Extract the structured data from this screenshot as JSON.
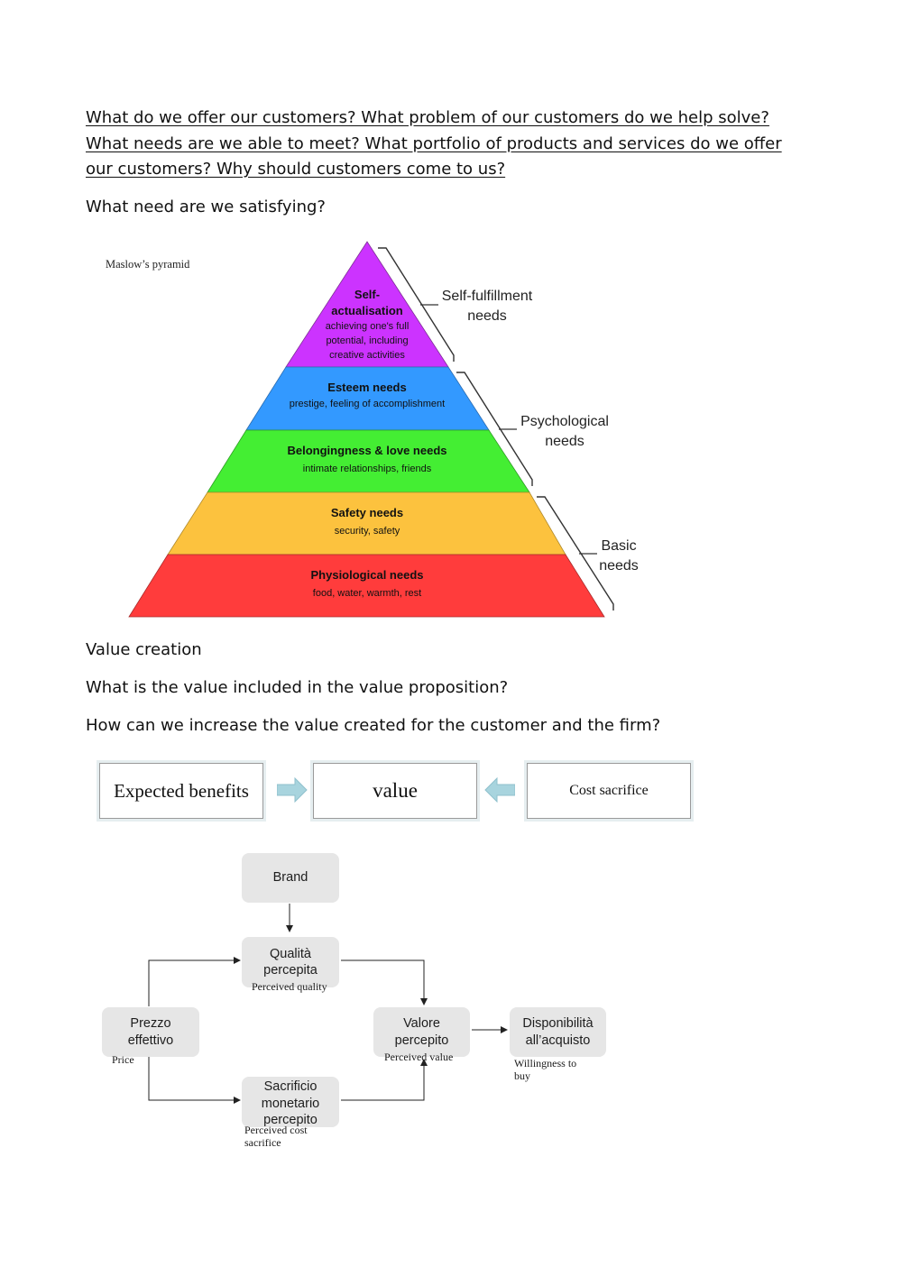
{
  "intro": {
    "questions": "What do we offer our customers? What problem of our customers do we help solve? What needs are we able to meet? What portfolio of products and services do we offer our customers? Why should customers come to us?",
    "need_question": "What need are we satisfying?"
  },
  "maslow": {
    "caption": "Maslow’s pyramid",
    "levels": [
      {
        "title_line1": "Self-",
        "title_line2": "actualisation",
        "desc_line1": "achieving one's full",
        "desc_line2": "potential, including",
        "desc_line3": "creative activities",
        "color": "#cc33ff"
      },
      {
        "title": "Esteem needs",
        "desc": "prestige, feeling of accomplishment",
        "color": "#3399ff"
      },
      {
        "title": "Belongingness & love needs",
        "desc": "intimate relationships, friends",
        "color": "#44ee33"
      },
      {
        "title": "Safety needs",
        "desc": "security, safety",
        "color": "#fcc23e"
      },
      {
        "title": "Physiological needs",
        "desc": "food, water, warmth, rest",
        "color": "#ff3c3c"
      }
    ],
    "groups": [
      {
        "line1": "Self-fulfillment",
        "line2": "needs"
      },
      {
        "line1": "Psychological",
        "line2": "needs"
      },
      {
        "line1": "Basic",
        "line2": "needs"
      }
    ]
  },
  "value": {
    "heading": "Value creation",
    "question1": "What is the value included in the value proposition?",
    "question2": "How can we increase the value created for the customer and the firm?",
    "equation": {
      "left": "Expected benefits",
      "center": "value",
      "right": "Cost sacrifice",
      "arrow_color": "#9fd0dc"
    }
  },
  "flow": {
    "brand": "Brand",
    "quality_line1": "Qualità",
    "quality_line2": "percepita",
    "quality_caption": "Perceived quality",
    "price_line1": "Prezzo",
    "price_line2": "effettivo",
    "price_caption": "Price",
    "value_line1": "Valore",
    "value_line2": "percepito",
    "value_caption": "Perceived value",
    "willing_line1": "Disponibilità",
    "willing_line2": "all’acquisto",
    "willing_caption_line1": "Willingness to",
    "willing_caption_line2": "buy",
    "sacrifice_line1": "Sacrificio",
    "sacrifice_line2": "monetario",
    "sacrifice_line3": "percepito",
    "sacrifice_caption_line1": "Perceived cost",
    "sacrifice_caption_line2": "sacrifice"
  }
}
